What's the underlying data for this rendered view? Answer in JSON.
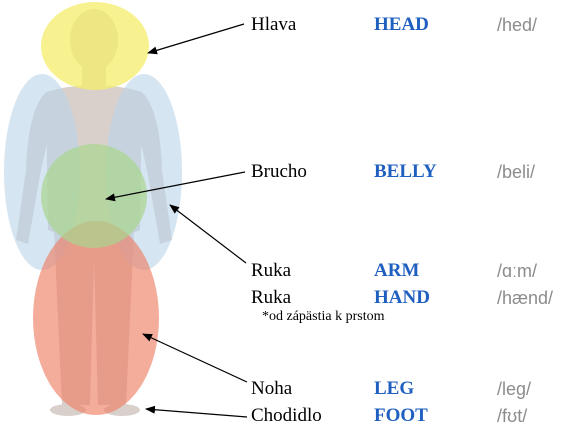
{
  "colors": {
    "english_word": "#1f5fbf",
    "pronunciation": "#8c8c8c",
    "head_region": "#f4ee6a",
    "belly_region": "#a9d58e",
    "arm_region": "#b9d3ea",
    "leg_region": "#ee7f66",
    "body_silhouette": "#d9d0cc",
    "arrow": "#000000"
  },
  "items": [
    {
      "slovak": "Hlava",
      "english": "HEAD",
      "ipa": "/hed/"
    },
    {
      "slovak": "Brucho",
      "english": "BELLY",
      "ipa": "/beli/"
    },
    {
      "slovak": "Ruka",
      "english": "ARM",
      "ipa": "/ɑːm/"
    },
    {
      "slovak": "Ruka",
      "english": "HAND",
      "ipa": "/hænd/"
    },
    {
      "slovak": "Noha",
      "english": "LEG",
      "ipa": "/leg/"
    },
    {
      "slovak": "Chodidlo",
      "english": "FOOT",
      "ipa": "/fʊt/"
    }
  ],
  "note": "*od zápästia k prstom"
}
